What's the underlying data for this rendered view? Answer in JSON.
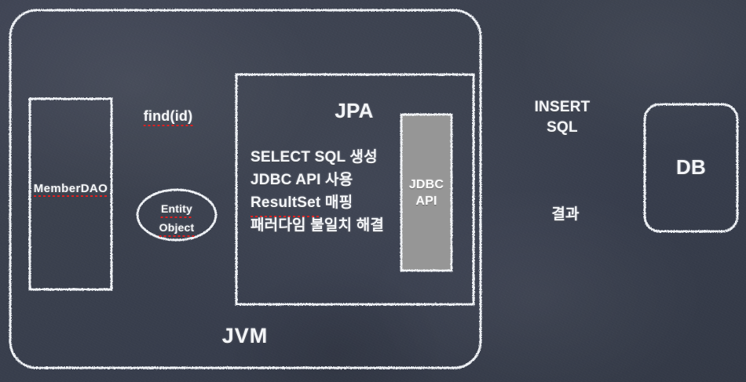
{
  "diagram": {
    "title_outer": "JVM",
    "style": {
      "board_color": "#3f4554",
      "chalk_color": "#f3f5f8",
      "jdbc_fill": "#969696",
      "spellcheck_color": "#e02020"
    },
    "nodes": {
      "jvm": {
        "label": "JVM"
      },
      "member_dao": {
        "label": "MemberDAO",
        "spellcheck": true
      },
      "entity_object": {
        "line1": "Entity",
        "line2": "Object",
        "spellcheck": true
      },
      "jpa": {
        "title": "JPA",
        "lines": [
          {
            "text": "SELECT SQL 생성",
            "spellcheck": false
          },
          {
            "text": "JDBC API 사용",
            "spellcheck": false
          },
          {
            "text": "ResultSet 매핑",
            "spellcheck": true,
            "spell_word": "ResultSet",
            "rest": " 매핑"
          },
          {
            "text": "패러다임 불일치 해결",
            "spellcheck": false
          }
        ]
      },
      "jdbc_api": {
        "line1": "JDBC",
        "line2": "API"
      },
      "db": {
        "label": "DB"
      }
    },
    "edges": [
      {
        "name": "find-id",
        "label": "find(id)",
        "spellcheck": true,
        "direction": "right",
        "from": "MemberDAO",
        "to": "JPA"
      },
      {
        "name": "entity-return",
        "label": "",
        "direction": "left",
        "from": "JPA",
        "to": "MemberDAO"
      },
      {
        "name": "insert-sql",
        "label_line1": "INSERT",
        "label_line2": "SQL",
        "direction": "right",
        "from": "JDBC API",
        "to": "DB"
      },
      {
        "name": "result",
        "label": "결과",
        "direction": "left",
        "from": "DB",
        "to": "JDBC API"
      }
    ]
  }
}
